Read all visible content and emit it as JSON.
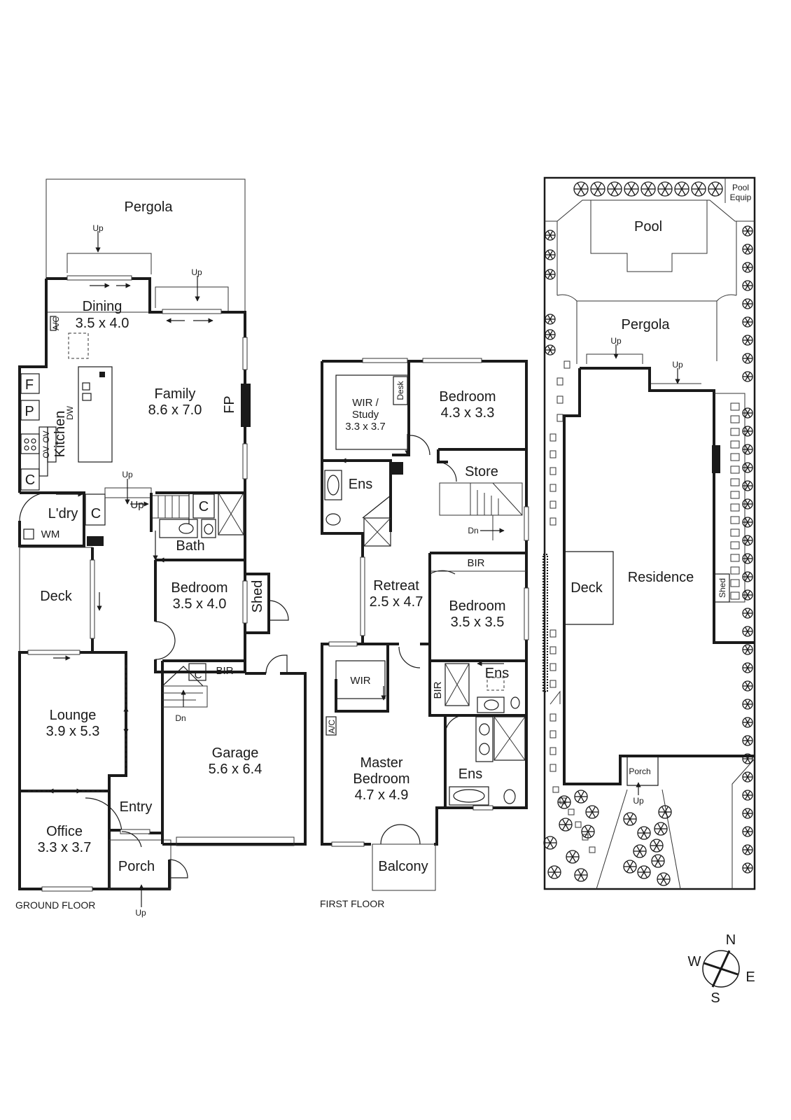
{
  "floor_labels": {
    "ground": "GROUND FLOOR",
    "first": "FIRST FLOOR"
  },
  "ground_floor": {
    "pergola": "Pergola",
    "up1": "Up",
    "up2": "Up",
    "dining": "Dining",
    "dining_dim": "3.5 x 4.0",
    "ac": "A/C",
    "family": "Family",
    "family_dim": "8.6 x 7.0",
    "fp": "FP",
    "f": "F",
    "p": "P",
    "kitchen": "Kitchen",
    "ov1": "OV",
    "ov2": "OV",
    "dw": "DW",
    "c1": "C",
    "up3": "Up",
    "up4": "Up",
    "laundry": "L'dry",
    "c2": "C",
    "wm": "WM",
    "c3": "C",
    "bath": "Bath",
    "deck": "Deck",
    "bedroom": "Bedroom",
    "bedroom_dim": "3.5 x 4.0",
    "shed": "Shed",
    "c4": "C",
    "bir": "BIR",
    "dn": "Dn",
    "lounge": "Lounge",
    "lounge_dim": "3.9 x 5.3",
    "garage": "Garage",
    "garage_dim": "5.6 x 6.4",
    "entry": "Entry",
    "office": "Office",
    "office_dim": "3.3 x 3.7",
    "porch": "Porch",
    "up5": "Up"
  },
  "first_floor": {
    "wir_study": "WIR /",
    "wir_study2": "Study",
    "wir_study_dim": "3.3 x 3.7",
    "desk": "Desk",
    "bedroom1": "Bedroom",
    "bedroom1_dim": "4.3 x 3.3",
    "ens1": "Ens",
    "store": "Store",
    "dn": "Dn",
    "bir1": "BIR",
    "retreat": "Retreat",
    "retreat_dim": "2.5 x 4.7",
    "bedroom2": "Bedroom",
    "bedroom2_dim": "3.5 x 3.5",
    "wir": "WIR",
    "bir2": "BIR",
    "ens2": "Ens",
    "ac": "A/C",
    "master": "Master",
    "master2": "Bedroom",
    "master_dim": "4.7 x 4.9",
    "ens3": "Ens",
    "balcony": "Balcony"
  },
  "site_plan": {
    "pool_equip1": "Pool",
    "pool_equip2": "Equip",
    "pool": "Pool",
    "pergola": "Pergola",
    "up1": "Up",
    "up2": "Up",
    "residence": "Residence",
    "deck": "Deck",
    "shed": "Shed",
    "porch": "Porch",
    "up3": "Up"
  },
  "compass": {
    "n": "N",
    "e": "E",
    "s": "S",
    "w": "W"
  }
}
